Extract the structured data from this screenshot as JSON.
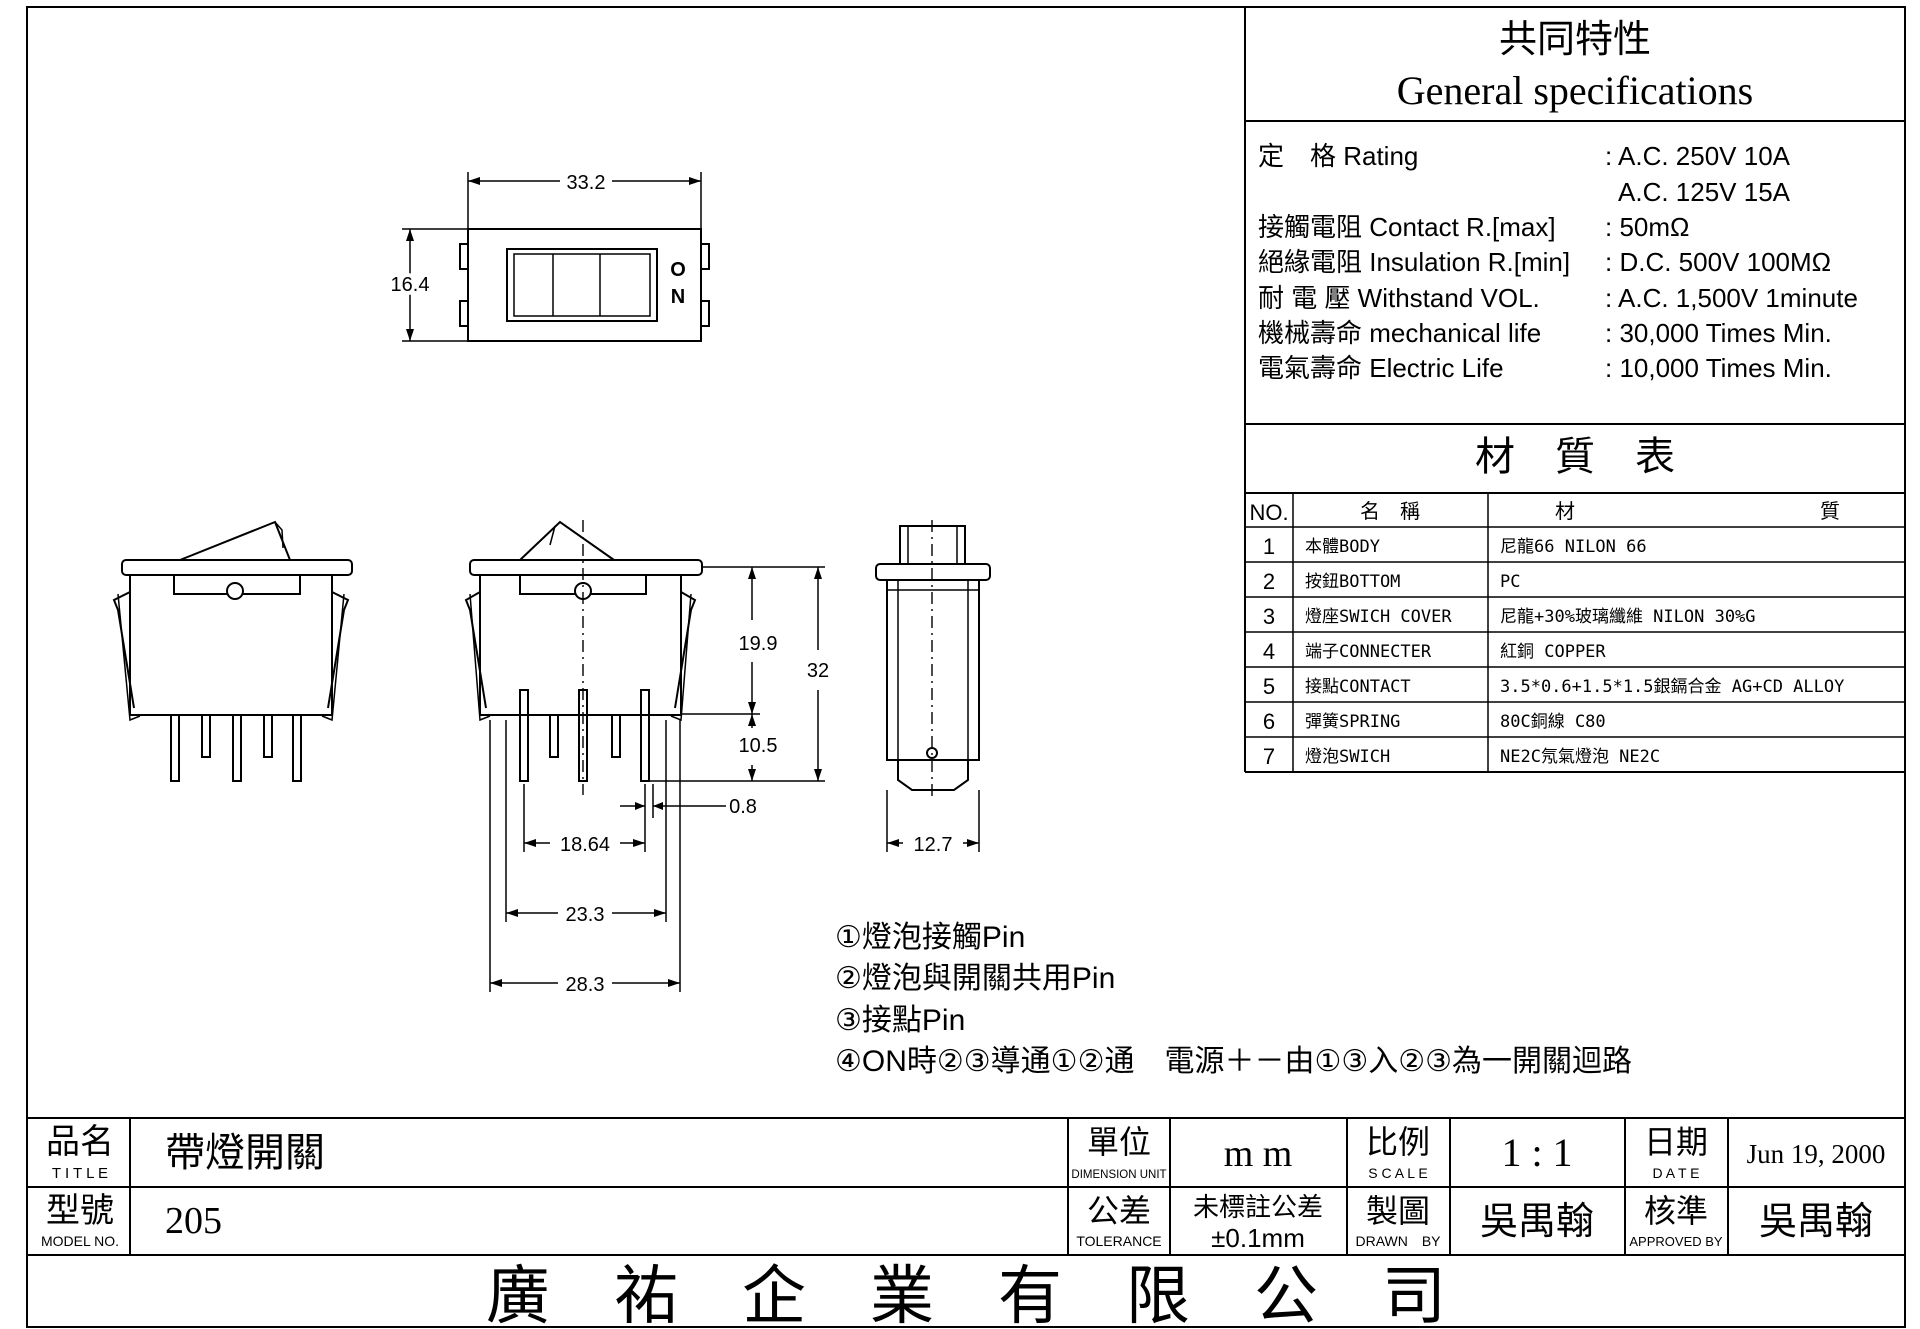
{
  "general_specs": {
    "title_cn": "共同特性",
    "title_en": "General specifications",
    "rows": [
      {
        "label": "定　格 Rating",
        "value": ": A.C. 250V 10A"
      },
      {
        "label": "",
        "value": "  A.C. 125V 15A"
      },
      {
        "label": "接觸電阻 Contact R.[max]",
        "value": ": 50mΩ"
      },
      {
        "label": "絕緣電阻 Insulation R.[min]",
        "value": ": D.C. 500V 100MΩ"
      },
      {
        "label": "耐 電 壓 Withstand VOL.",
        "value": ": A.C. 1,500V 1minute"
      },
      {
        "label": "機械壽命 mechanical life",
        "value": ": 30,000 Times Min."
      },
      {
        "label": "電氣壽命 Electric Life",
        "value": ": 10,000 Times Min."
      }
    ]
  },
  "materials": {
    "title": "材　質　表",
    "headers": {
      "no": "NO.",
      "name": "名　稱",
      "mat_a": "材",
      "mat_b": "質"
    },
    "rows": [
      {
        "no": "1",
        "name": "本體BODY",
        "material": "尼龍66 NILON 66"
      },
      {
        "no": "2",
        "name": "按鈕BOTTOM",
        "material": "PC"
      },
      {
        "no": "3",
        "name": "燈座SWICH COVER",
        "material": "尼龍+30%玻璃纖維 NILON 30%G"
      },
      {
        "no": "4",
        "name": "端子CONNECTER",
        "material": "紅銅 COPPER"
      },
      {
        "no": "5",
        "name": "接點CONTACT",
        "material": "3.5*0.6+1.5*1.5銀鎘合金 AG+CD ALLOY"
      },
      {
        "no": "6",
        "name": "彈簧SPRING",
        "material": "80C銅線 C80"
      },
      {
        "no": "7",
        "name": "燈泡SWICH",
        "material": "NE2C氖氣燈泡 NE2C"
      }
    ]
  },
  "dimensions": {
    "top_width": "33.2",
    "top_height": "16.4",
    "switch_mark_o": "O",
    "switch_mark_n": "N",
    "body_height": "19.9",
    "pin_length": "10.5",
    "total_height": "32",
    "pin_thickness": "0.8",
    "pin_spacing": "18.64",
    "body_width": "23.3",
    "flange_width": "28.3",
    "side_width": "12.7"
  },
  "notes": [
    "①燈泡接觸Pin",
    "②燈泡與開關共用Pin",
    "③接點Pin",
    "④ON時②③導通①②通　電源＋－由①③入②③為一開關迴路"
  ],
  "title_block": {
    "title_label": "品名",
    "title_label_en": "T I T L E",
    "title_value": "帶燈開關",
    "model_label": "型號",
    "model_label_en": "MODEL NO.",
    "model_value": "205",
    "unit_label": "單位",
    "unit_label_en": "DIMENSION UNIT",
    "unit_value": "m m",
    "tol_label": "公差",
    "tol_label_en": "TOLERANCE",
    "tol_value_cn": "未標註公差",
    "tol_value": "±0.1mm",
    "scale_label": "比例",
    "scale_label_en": "S C A L E",
    "scale_value": "1 : 1",
    "drawn_label": "製圖",
    "drawn_label_en": "DRAWN　BY",
    "drawn_value": "吳禺翰",
    "date_label": "日期",
    "date_label_en": "D A T E",
    "date_value": "Jun 19, 2000",
    "approved_label": "核準",
    "approved_label_en": "APPROVED BY",
    "approved_value": "吳禺翰",
    "company": "廣　祐　企　業　有　限　公　司"
  }
}
